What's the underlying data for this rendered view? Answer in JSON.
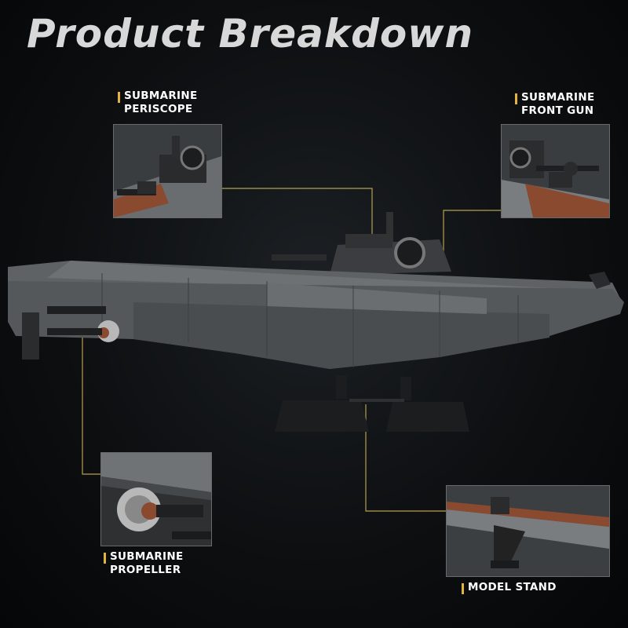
{
  "title": "Product Breakdown",
  "accent_color": "#e2b43c",
  "callouts": {
    "periscope": {
      "line1": "SUBMARINE",
      "line2": "PERISCOPE"
    },
    "front_gun": {
      "line1": "SUBMARINE",
      "line2": "FRONT GUN"
    },
    "propeller": {
      "line1": "SUBMARINE",
      "line2": "PROPELLER"
    },
    "stand": {
      "line1": "MODEL STAND"
    }
  }
}
